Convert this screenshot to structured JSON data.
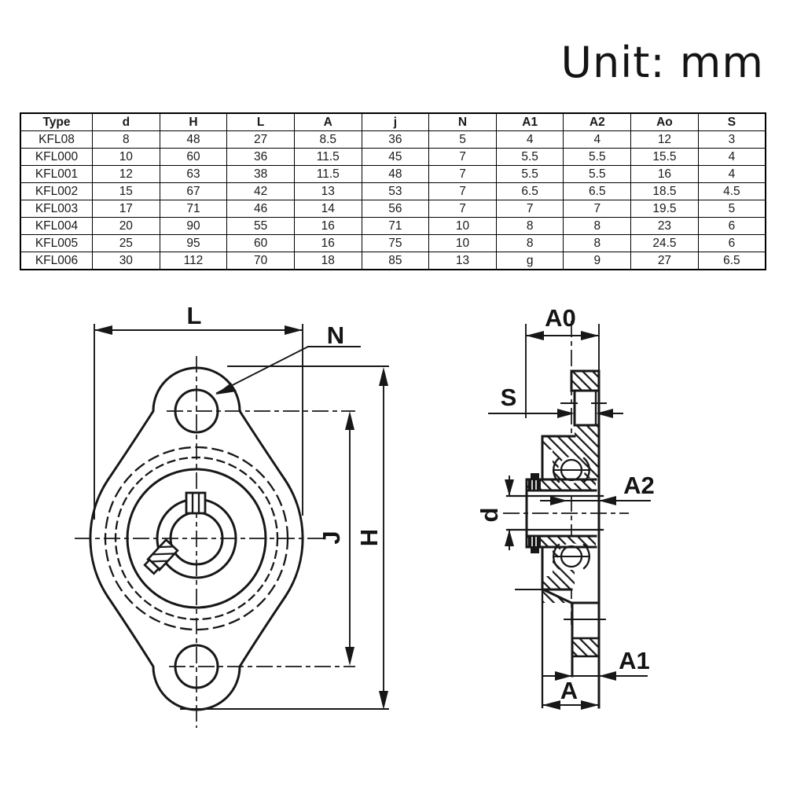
{
  "title": "Unit: mm",
  "table": {
    "headers": [
      "Type",
      "d",
      "H",
      "L",
      "A",
      "j",
      "N",
      "A1",
      "A2",
      "Ao",
      "S"
    ],
    "rows": [
      [
        "KFL08",
        "8",
        "48",
        "27",
        "8.5",
        "36",
        "5",
        "4",
        "4",
        "12",
        "3"
      ],
      [
        "KFL000",
        "10",
        "60",
        "36",
        "11.5",
        "45",
        "7",
        "5.5",
        "5.5",
        "15.5",
        "4"
      ],
      [
        "KFL001",
        "12",
        "63",
        "38",
        "11.5",
        "48",
        "7",
        "5.5",
        "5.5",
        "16",
        "4"
      ],
      [
        "KFL002",
        "15",
        "67",
        "42",
        "13",
        "53",
        "7",
        "6.5",
        "6.5",
        "18.5",
        "4.5"
      ],
      [
        "KFL003",
        "17",
        "71",
        "46",
        "14",
        "56",
        "7",
        "7",
        "7",
        "19.5",
        "5"
      ],
      [
        "KFL004",
        "20",
        "90",
        "55",
        "16",
        "71",
        "10",
        "8",
        "8",
        "23",
        "6"
      ],
      [
        "KFL005",
        "25",
        "95",
        "60",
        "16",
        "75",
        "10",
        "8",
        "8",
        "24.5",
        "6"
      ],
      [
        "KFL006",
        "30",
        "112",
        "70",
        "18",
        "85",
        "13",
        "g",
        "9",
        "27",
        "6.5"
      ]
    ]
  },
  "drawing": {
    "labels": {
      "l": "L",
      "n": "N",
      "j": "J",
      "h": "H",
      "a0": "A0",
      "s": "S",
      "a2": "A2",
      "d": "d",
      "a1": "A1",
      "a": "A"
    }
  },
  "colors": {
    "ink": "#171717",
    "table_border": "#000000",
    "background": "#ffffff"
  }
}
